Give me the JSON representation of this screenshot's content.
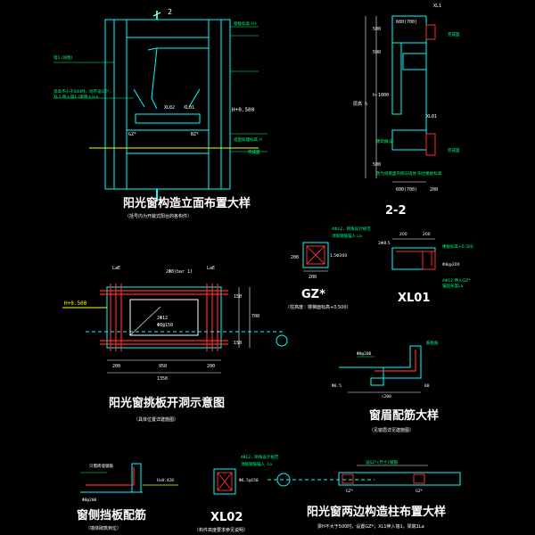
{
  "colors": {
    "background": "#000000",
    "outline": "#00ffff",
    "rebar": "#ff2a2a",
    "annotation": "#00ff7f",
    "title": "#ffffff",
    "level": "#ffff00",
    "dim": "#ffffff"
  },
  "drawings": {
    "elevation": {
      "title": "阳光窗构造立面布置大样",
      "subtitle": "（括号内为开敞式阳台的各构件）",
      "section_mark": "2",
      "labels": {
        "xl02": "XL02",
        "xl01": "XL01",
        "gz": "GZ*",
        "bz": "BZ*",
        "h_level": "H+0.500"
      },
      "notes": [
        "窗框标高 H+",
        "墙1 (详图)",
        "梁高不小于500时，则不设GZ*，",
        "XL1 伸入墙1 (梁伸入)La",
        "墙面处理标高 H",
        "完成面"
      ]
    },
    "section22": {
      "title": "2-2",
      "labels": {
        "xl1": "XL1",
        "xl01": "XL01"
      },
      "dims": [
        "500",
        "500",
        "h-1000",
        "层高 h",
        "600(700)",
        "200",
        "500",
        "600(700)"
      ],
      "notes": [
        "完成面",
        "完成面",
        "建筑做法",
        "改为梁底面内侧与墙体 阳台挑板标高"
      ]
    },
    "gz_detail": {
      "title": "GZ*",
      "subtitle": "（柱高度：楼梯面标高+0.500）",
      "labels": {
        "top": "4Φ12，阴角设计规范",
        "mid": "顶级钢筋锚入 La",
        "stirrup": "1.5Φ200"
      },
      "dims": [
        "200",
        "200"
      ]
    },
    "xl01_detail": {
      "title": "XL01",
      "labels": {
        "top": "2Φ8.5",
        "level": "楼板标高+0.500",
        "stirrup": "Φ8@200",
        "bottom": "4Φ12 伸入GZ*",
        "anchor": "锚固长度La"
      },
      "dims": [
        "200",
        "200"
      ]
    },
    "plate": {
      "title": "阳光窗挑板开洞示意图",
      "subtitle": "（具体位置详建施图）",
      "labels": {
        "left_le": "LaE",
        "right_le": "LaE",
        "top_note": "2Φ8(bar 1)",
        "inner1": "2Φ12",
        "inner2": "Φ8@150",
        "h_level": "H+0.500"
      },
      "dims": [
        "200",
        "950",
        "200",
        "1350",
        "150",
        "150",
        "700"
      ]
    },
    "lintel": {
      "title": "窗眉配筋大样",
      "subtitle": "（见窗眉详见建施图）",
      "labels": {
        "top": "Φ8@200",
        "bar": "Φ6.5",
        "notes": "筋板筋",
        "c200": "c200",
        "dim80": "80"
      }
    },
    "sill": {
      "title": "窗侧挡板配筋",
      "subtitle": "（墙体砌筑到位）",
      "labels": {
        "a": "只需砖墙钢筋",
        "b": "Φ8@200",
        "c": "H+0.420"
      }
    },
    "xl02_detail": {
      "title": "XL02",
      "subtitle": "（构件高度要求参见说明）",
      "labels": {
        "top": "4Φ12，阴角设计规范",
        "mid": "顶级钢筋锚入 La",
        "stirrup": "Φ6.5@150"
      }
    },
    "columns": {
      "title": "阳光窗两边构造柱布置大样",
      "subtitle": "梁H不大于500时，设置GZ*；XL1伸入墙1，梁端1La",
      "labels": {
        "top": "设GZ*(尺寸)钢筋",
        "gz1": "GZ*",
        "gz2": "GZ*"
      }
    }
  }
}
